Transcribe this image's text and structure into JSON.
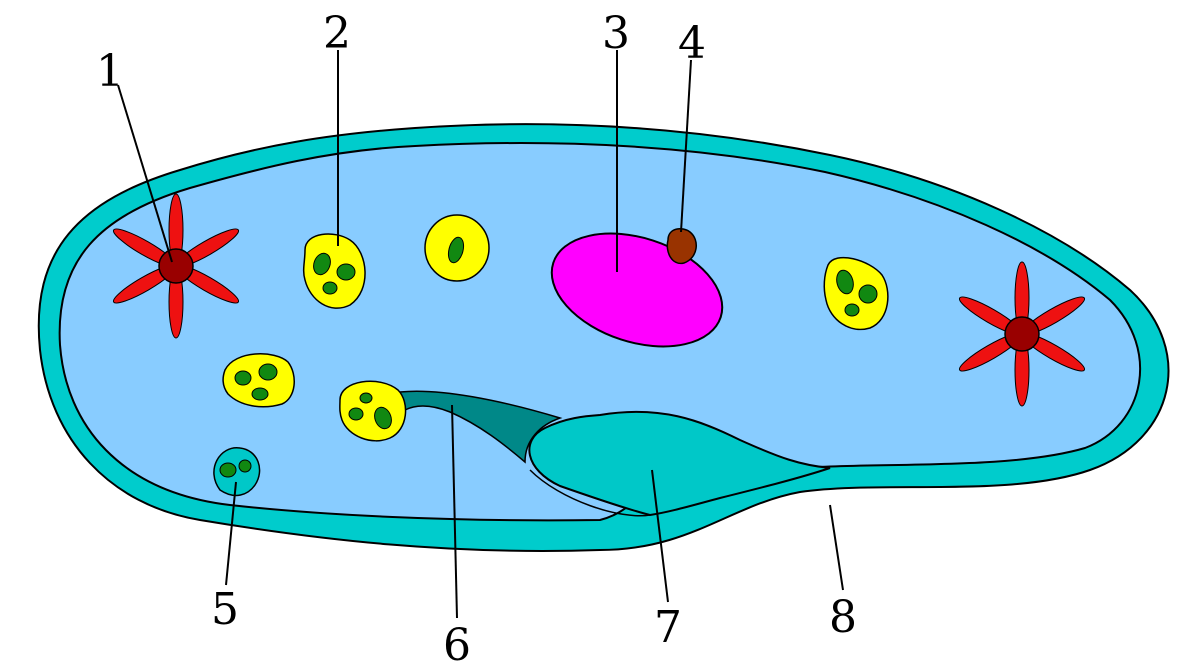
{
  "labels": [
    {
      "id": "1",
      "text": "1"
    },
    {
      "id": "2",
      "text": "2"
    },
    {
      "id": "3",
      "text": "3"
    },
    {
      "id": "4",
      "text": "4"
    },
    {
      "id": "5",
      "text": "5"
    },
    {
      "id": "6",
      "text": "6"
    },
    {
      "id": "7",
      "text": "7"
    },
    {
      "id": "8",
      "text": "8"
    }
  ],
  "colors": {
    "pellicle": "#00CCCC",
    "cytoplasm": "#88CCFF",
    "contractile_vacuole": "#EE1111",
    "contractile_vacuole_center": "#990000",
    "food_vacuole": "#FFFF00",
    "food_particles": "#118811",
    "macronucleus": "#FF00FF",
    "micronucleus": "#993300",
    "cytopharynx": "#008888",
    "oral_groove": "#00C8C8",
    "cilia": "#222222"
  },
  "icons": [
    "contractile-vacuole-icon",
    "food-vacuole-icon",
    "macronucleus-icon",
    "micronucleus-icon"
  ]
}
